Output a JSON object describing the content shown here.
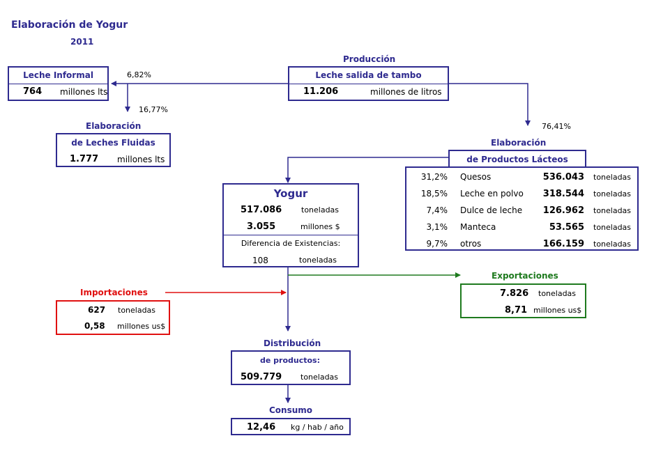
{
  "header": {
    "title": "Elaboración de Yogur",
    "year": "2011"
  },
  "produccion": {
    "label": "Producción",
    "box_title": "Leche salida de tambo",
    "value": "11.206",
    "unit": "millones de litros"
  },
  "informal": {
    "box_title": "Leche Informal",
    "value": "764",
    "unit": "millones lts",
    "pct": "6,82%"
  },
  "fluidas": {
    "label": "Elaboración",
    "box_title": "de Leches Fluidas",
    "value": "1.777",
    "unit": "millones lts",
    "pct": "16,77%"
  },
  "lacteos": {
    "label": "Elaboración",
    "box_title": "de Productos Lácteos",
    "pct": "76,41%",
    "rows": [
      {
        "pct": "31,2%",
        "name": "Quesos",
        "value": "536.043",
        "unit": "toneladas"
      },
      {
        "pct": "18,5%",
        "name": "Leche en polvo",
        "value": "318.544",
        "unit": "toneladas"
      },
      {
        "pct": "7,4%",
        "name": "Dulce de leche",
        "value": "126.962",
        "unit": "toneladas"
      },
      {
        "pct": "3,1%",
        "name": "Manteca",
        "value": "53.565",
        "unit": "toneladas"
      },
      {
        "pct": "9,7%",
        "name": "otros",
        "value": "166.159",
        "unit": "toneladas"
      }
    ]
  },
  "yogur": {
    "title": "Yogur",
    "value1": "517.086",
    "unit1": "toneladas",
    "value2": "3.055",
    "unit2": "millones $",
    "diff_label": "Diferencia de Existencias:",
    "diff_value": "108",
    "diff_unit": "toneladas"
  },
  "importaciones": {
    "label": "Importaciones",
    "value1": "627",
    "unit1": "toneladas",
    "value2": "0,58",
    "unit2": "millones us$"
  },
  "exportaciones": {
    "label": "Exportaciones",
    "value1": "7.826",
    "unit1": "toneladas",
    "value2": "8,71",
    "unit2": "millones us$"
  },
  "distribucion": {
    "label": "Distribución",
    "subtitle": "de productos:",
    "value": "509.779",
    "unit": "toneladas"
  },
  "consumo": {
    "label": "Consumo",
    "value": "12,46",
    "unit": "kg / hab / año"
  },
  "colors": {
    "navy": "#2e2a8f",
    "red": "#e01010",
    "green": "#1e7a1e"
  }
}
